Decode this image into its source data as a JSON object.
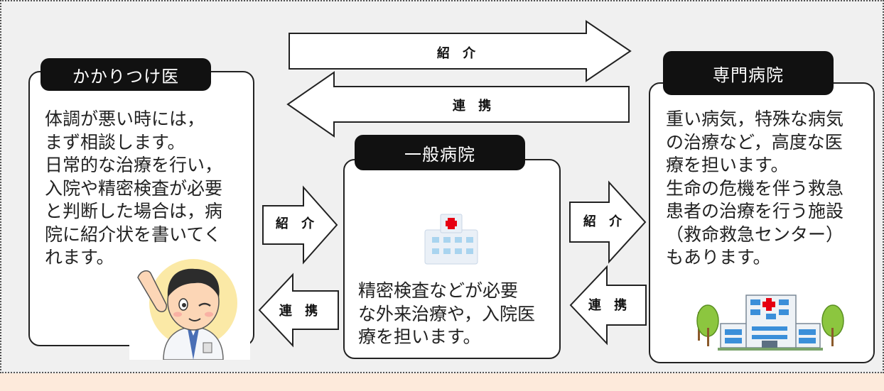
{
  "family_doctor": {
    "title": "かかりつけ医",
    "text": "体調が悪い時には，\nまず相談します。\n日常的な治療を行い，\n入院や精密検査が必要\nと判断した場合は，病\n院に紹介状を書いてく\nれます。"
  },
  "general_hospital": {
    "title": "一般病院",
    "text": "精密検査などが必要\nな外来治療や，入院医\n療を担います。"
  },
  "specialist_hospital": {
    "title": "専門病院",
    "text": "重い病気，特殊な病気\nの治療など，高度な医\n療を担います。\n生命の危機を伴う救急\n患者の治療を行う施設\n（救命救急センター）\nもあります。"
  },
  "arrows": {
    "top_referral": "紹 介",
    "top_cooperation": "連 携",
    "left_referral": "紹 介",
    "left_cooperation": "連 携",
    "right_referral": "紹 介",
    "right_cooperation": "連 携"
  },
  "icons": {
    "doctor": "doctor-pointing-icon",
    "clinic": "small-hospital-icon",
    "hospital": "large-hospital-icon"
  },
  "colors": {
    "page_background": "#fdeadb",
    "panel_background": "#f0f0f0",
    "tag_background": "#111111",
    "hospital_cross": "#e60012"
  }
}
